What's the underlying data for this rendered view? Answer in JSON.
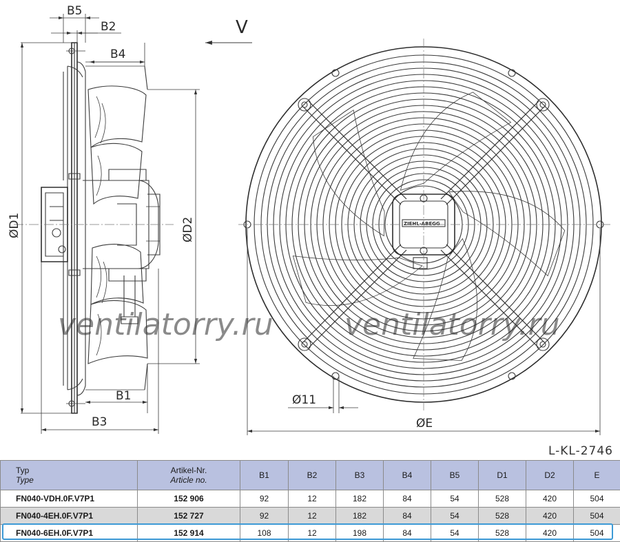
{
  "drawing": {
    "code": "L-KL-2746",
    "view_arrow": "V",
    "dims": {
      "b5": "B5",
      "b2": "B2",
      "b4": "B4",
      "b1": "B1",
      "b3": "B3",
      "d1": "ØD1",
      "d2": "ØD2",
      "e": "ØE",
      "hole": "Ø11"
    },
    "watermark": "ventilatorry.ru",
    "hub_brand": "ZIEHL-ABEGG"
  },
  "table": {
    "headers": {
      "typ": "Typ",
      "typ_en": "Type",
      "art": "Artikel-Nr.",
      "art_en": "Article no.",
      "b1": "B1",
      "b2": "B2",
      "b3": "B3",
      "b4": "B4",
      "b5": "B5",
      "d1": "D1",
      "d2": "D2",
      "e": "E"
    },
    "rows": [
      {
        "typ": "FN040-VDH.0F.V7P1",
        "art": "152 906",
        "b1": "92",
        "b2": "12",
        "b3": "182",
        "b4": "84",
        "b5": "54",
        "d1": "528",
        "d2": "420",
        "e": "504"
      },
      {
        "typ": "FN040-4EH.0F.V7P1",
        "art": "152 727",
        "b1": "92",
        "b2": "12",
        "b3": "182",
        "b4": "84",
        "b5": "54",
        "d1": "528",
        "d2": "420",
        "e": "504"
      },
      {
        "typ": "FN040-6EH.0F.V7P1",
        "art": "152 914",
        "b1": "108",
        "b2": "12",
        "b3": "198",
        "b4": "84",
        "b5": "54",
        "d1": "528",
        "d2": "420",
        "e": "504"
      }
    ]
  }
}
